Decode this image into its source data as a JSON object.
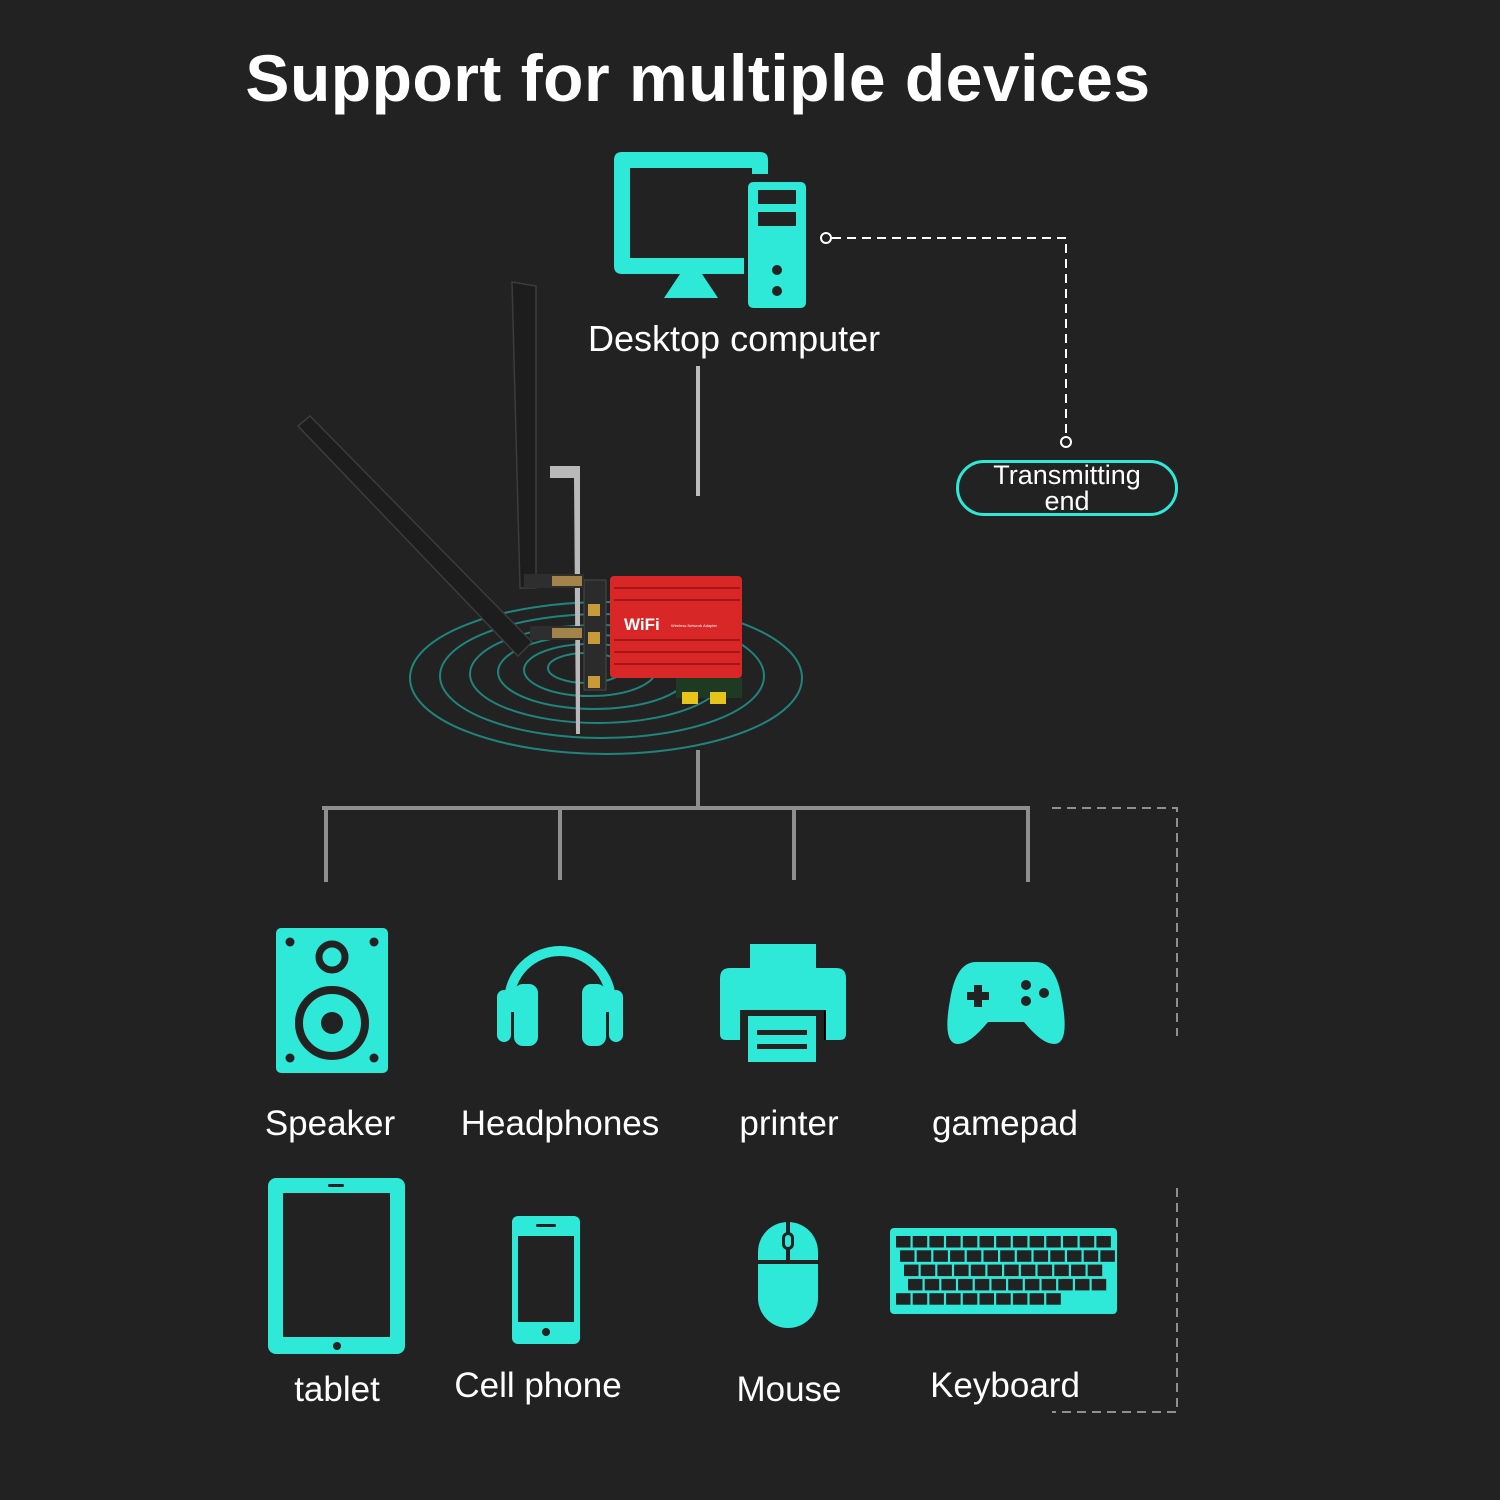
{
  "title": "Support for multiple devices",
  "accent_color": "#2ee8d8",
  "background_color": "#222222",
  "host": {
    "label": "Desktop computer",
    "icon": "desktop-computer-icon"
  },
  "transmitting_end": {
    "label": "Transmitting\nend"
  },
  "adapter": {
    "brand": "WiFi",
    "subtitle": "Wireless Network Adapter",
    "color": "#d92626"
  },
  "devices": [
    {
      "label": "Speaker",
      "icon": "speaker-icon"
    },
    {
      "label": "Headphones",
      "icon": "headphones-icon"
    },
    {
      "label": "printer",
      "icon": "printer-icon"
    },
    {
      "label": "gamepad",
      "icon": "gamepad-icon"
    },
    {
      "label": "tablet",
      "icon": "tablet-icon"
    },
    {
      "label": "Cell phone",
      "icon": "cell-phone-icon"
    },
    {
      "label": "Mouse",
      "icon": "mouse-icon"
    },
    {
      "label": "Keyboard",
      "icon": "keyboard-icon"
    }
  ]
}
